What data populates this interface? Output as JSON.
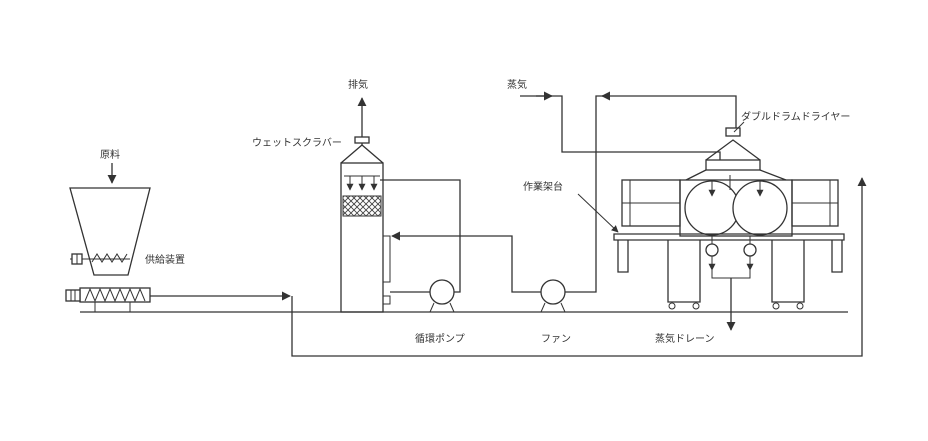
{
  "labels": {
    "raw_material": "原料",
    "feeder": "供給装置",
    "exhaust": "排気",
    "wet_scrubber": "ウェットスクラバー",
    "circulation_pump": "循環ポンプ",
    "fan": "ファン",
    "steam": "蒸気",
    "double_drum_dryer": "ダブルドラムドライヤー",
    "work_stand": "作業架台",
    "steam_drain": "蒸気ドレーン"
  }
}
